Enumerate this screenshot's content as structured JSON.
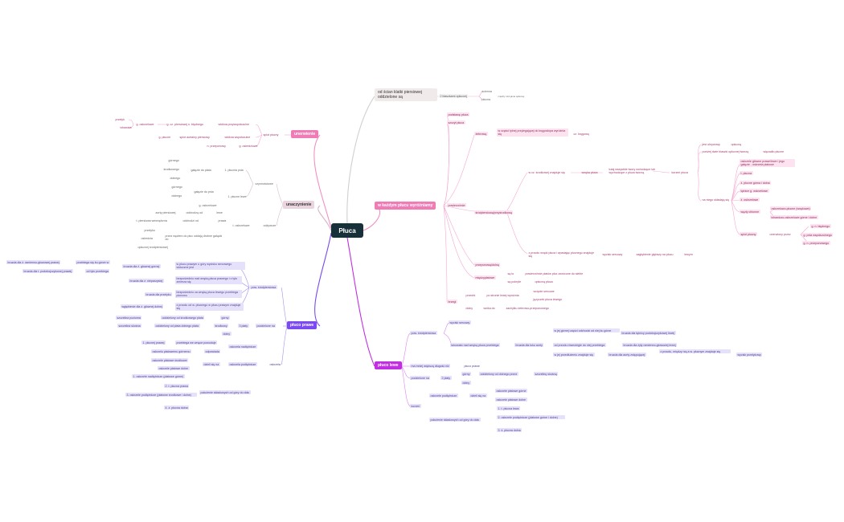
{
  "root": "Płuca",
  "branches": {
    "unerwienie": "unerwienie",
    "unaczynienie": "unaczynienie",
    "pluco_prawe": "płuco prawe",
    "pluco_lewe": "płuco lewe",
    "wyrozniamy": "w każdym płucu wyróżniamy",
    "od_scian": "od ścian klatki piersiowej oddzielone są"
  },
  "unerwienie": {
    "splot": "splot płucny",
    "row1": [
      "g. oskrzelowe",
      "g. cz. piersiowej n. błędnego",
      "włókna przywspółczulne"
    ],
    "row2": [
      "g. płucne",
      "splot aortalny piersiowy",
      "włókna współczulne"
    ],
    "row3": [
      "n. przeponowy",
      "g. osierdziowe"
    ],
    "side": [
      "przełyk",
      "tchawica"
    ]
  },
  "unaczynienie": {
    "czynnosciowe": "czynnościowe",
    "pien": "1. płucnia pnia",
    "zyla": "1. płucne lewe",
    "galezie_pnia": "gałęzie do pnia",
    "galezie_pluca": "gałęzie do płata",
    "items_a": [
      "górnego",
      "środkowego",
      "dolnego"
    ],
    "items_b": [
      "górnego",
      "dolnego"
    ],
    "odzywcze": "odżywcze",
    "g_oskrzelowe": "g. oskrzelowe",
    "t_oskrzelowe": "t. oskrzelowe",
    "g_oskrzelowe2": "g. oskrzelowe",
    "aorty": "aorty piersiowej",
    "odchodza": "odchodzą od",
    "lewe": "lewe",
    "piersiowa": "t. piersiowa wewnętrzna",
    "odchodzi": "odchodzi od",
    "prawa": "prawa",
    "przelyk": "przełyku",
    "osierdzie": "osierdzia",
    "wpada": "przez węzłem do płuc oddają drobne gałązki do",
    "opluc": "opłucnej śródpiersiowej"
  },
  "pluco_prawe": {
    "pow_srodpiersiowa": "pow. śródpiersiowa",
    "bruzda1": "bruzda dla ż. ramienno-głowowej prawej",
    "przebiega": "przebiega się ku górze w",
    "bruzda_glowna": "bruzda dla ż. głównej górnej",
    "ponizej": "w płucu prawym u góry wycisku sercowego widoczne jest",
    "bruzda_przelyk": "bruzda dla t. podobojczykowej prawej",
    "od_tylu": "od tyłu przebiega",
    "bruzda_t": "bruzda dla ż. nieparzystej",
    "bezposrednio1": "bezpośrednio nad wnęką płuca prawego i z tyłu zmierza się",
    "bruzda_przelyku": "bruzda dla przełyku",
    "bezposrednio2": "bezpośrednio za wnęką płuca lewego przebiega pionowo",
    "wglebienie": "wgłębienie dla ż. głównej dolnej",
    "z_przodu": "z przodu od w. płucnego w płucu prawym znajduje się",
    "szczelina_pozioma": "szczelina pozioma",
    "odsl": "oddzielony od środkowego płata",
    "gorny": "górny",
    "szczelina_skosna": "szczelina skośna",
    "odsl2": "oddzielony od płata dolnego płata",
    "srodkowy": "środkowy",
    "3_platy": "3 płaty",
    "podzielone": "podzielone na",
    "dolny": "dolny",
    "pluco_gorne": "1. płucnej prawej",
    "przebiega2": "przebiega we wnęce powoduje",
    "oskrzela_nadtetnicze": "oskrzela nadtętnicze",
    "oskrzela_gornego": "oskrzelu płatowemu górnemu",
    "odpowiada": "odpowiada",
    "oskrzela_srodkowe": "oskrzele płatowe środkowe",
    "dzieli": "dzieli się na",
    "oskrzela_podtetnicze": "oskrzela podtętnicze",
    "oskrzela_dolne": "oskrzele płatowe dolne",
    "wneka": "oskrzela",
    "polozenie": "położenie składowych od góry do dołu",
    "l1": "1. oskrzele nadtętnicze (płatowe górne)",
    "l2": "2. t. płucna prawa",
    "l3": "3. oskrzele podtętnicze (płatowe środkowe i dolne)",
    "l4": "4. ż. płucna dolna"
  },
  "od_scian": {
    "zaslona": "2 blaszkami opłucnej",
    "sciana": "ścienna",
    "plucna": "płucna",
    "miedzy": "między nimi jama opłucnej"
  },
  "wyrozniamy": {
    "podstawa": "podstawę płuca",
    "szczyt": "szczyt płuca",
    "zebrowa": "żebrową",
    "zebrowa_desc": "w części tylnej przylegającej do kręgosłupa wyróżnia się",
    "cz_kregowa": "cz. kręgową",
    "powierzchnie": "powierzchnie",
    "srodpiersiowa": "śródpiersiową/przyśrodkową",
    "w_cz_srodkowej": "w cz. środkowej znajduje się",
    "wneka_pluca": "wnęka płuca",
    "tuzi": "tutaj wszystkie twory wchodzące lub wychodzące z płuca tworzą",
    "korzen": "korzeń płuca",
    "jest_okryty": "jest okryciowy",
    "oplucna": "opłucną",
    "poniżej": "poniżej dwie blaszki opłucnej tworzą",
    "wiezadlo": "więzadło płucne",
    "na_niego": "na niego składają się",
    "k1": "oskrzele główne prawe/lewe i jego gałęzie - oskrzela płatowe",
    "k2": "t. płucna",
    "k3": "ż. płucne górna i dolna",
    "k4": "tętnice g. oskrzelowe",
    "k5": "ż. oskrzelowe",
    "wezly": "węzły chłonne",
    "w1": "oskrzelowo-płucne (wnękowe)",
    "w2": "tchawiczo-oskrzelowe górne i dolne",
    "splot": "splot płucny",
    "unerwiony": "unerwiony przez",
    "s1": "g. n. błędnego",
    "s2": "g. pnia współczulnego",
    "s3": "g. n. przeponowego",
    "z_przodu": "z przodu wnęki płuca i wpadając płucnego znajduje się",
    "wycisk": "wycisk sercowy",
    "zaglebienie": "zagłębienie głębszy na płucu",
    "lewym": "lewym",
    "przepona": "przeponową/dolną",
    "miedzyplatowe": "międzypłatowe",
    "sa_to": "są to",
    "pow_platow": "powierzchnie płatów płuc zwrócone do siebie",
    "sa_pokryte": "są pokryte",
    "oplucna2": "opłucną płuca",
    "brzegi": "brzegi",
    "przedni": "przedni",
    "po_stronie": "po stronie lewej wyróżnia",
    "wciecie": "wcięcie sercowe",
    "jezyczek": "języczek płuca lewego",
    "dolny": "dolny",
    "wnika": "wnika do",
    "zachylki": "zachyłku żebrowo-przeponowego"
  },
  "pluco_lewe": {
    "pow_srod": "pow. śródpiersiowa",
    "wycisk": "wycisk sercowy",
    "kotwica": "łukowato nad wnęką płuca przebiega",
    "bruzda_luku": "bruzda dla łuku aorty",
    "w_jej_gornej": "w jej górnej części odchodzi od niej ku górze",
    "bruzda_t_podob": "bruzda dla tętnicy podobojczykowej lewej",
    "od_przodu": "od przodu równolegle do niej przebiega",
    "bruzda_z": "bruzda dla żyły ramienno-głowowej lewej",
    "w_jej_przedl": "w jej przedłużeniu znajduje się",
    "bruzda_aorty": "bruzda dla aorty zstępującej",
    "z_przodu_miedzy": "z przodu, między nią a w. płucnym znajduje się",
    "wycisk_przelyk": "wycisk przełykowy",
    "ma_mniej": "ma mniej większą długość niż",
    "pluco_prawe": "płuco prawe",
    "podzielone": "podzielone na",
    "2_platy": "2 płaty",
    "gorny": "górny",
    "oddzielony": "oddzielony od dolnego przez",
    "szczelina": "szczelinę skośną",
    "dolny": "dolny",
    "korzen": "korzeń",
    "oskrzele_podtetnicze": "oskrzele podtętnicze",
    "dzieli": "dzieli się na",
    "op_gorne": "oskrzele płatowe górne",
    "op_dolne": "oskrzele płatowe dolne",
    "polozenie": "położenie składowych od góry do dołu",
    "l1": "1. t. płucna lewa",
    "l2": "2. oskrzele podtętnicze (płatowe górne i dolne)",
    "l3": "3. ż. płucna dolna"
  },
  "colors": {
    "root": "#17303a",
    "pink": "#f38fc4",
    "violet": "#8a5cf5",
    "purple": "#c02fe0",
    "gray": "#b9b9b9"
  }
}
